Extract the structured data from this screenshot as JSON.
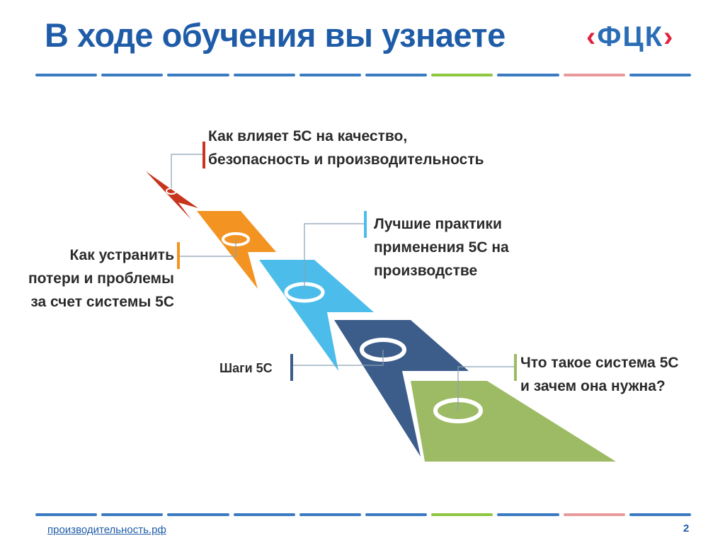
{
  "header": {
    "title": "В ходе обучения вы узнаете",
    "logo": {
      "left": "‹",
      "text": "ФЦК",
      "right": "›"
    }
  },
  "stripe_colors": [
    "#3a7ac0",
    "#3a7ac0",
    "#3a7ac0",
    "#3a7ac0",
    "#3a7ac0",
    "#3a7ac0",
    "#8dc63f",
    "#3a7ac0",
    "#e89a9a",
    "#3a7ac0"
  ],
  "steps": [
    {
      "color": "#c8341e",
      "label_lines": [
        "Как влияет 5С на качество,",
        "безопасность и производительность"
      ],
      "tick_color": "#c8341e"
    },
    {
      "color": "#f39321",
      "label_lines": [
        "Как устранить",
        "потери и проблемы",
        "за счет системы 5С"
      ],
      "tick_color": "#f39321"
    },
    {
      "color": "#4cbdea",
      "label_lines": [
        "Лучшие практики",
        "применения 5С на",
        "производстве"
      ],
      "tick_color": "#4cbdea"
    },
    {
      "color": "#3c5c8a",
      "label_lines": [
        "Шаги 5С"
      ],
      "tick_color": "#3c5c8a"
    },
    {
      "color": "#9dbb64",
      "label_lines": [
        "Что такое система 5С",
        "и зачем она нужна?"
      ],
      "tick_color": "#9dbb64"
    }
  ],
  "footer": {
    "link": "производительность.рф",
    "page": "2"
  }
}
